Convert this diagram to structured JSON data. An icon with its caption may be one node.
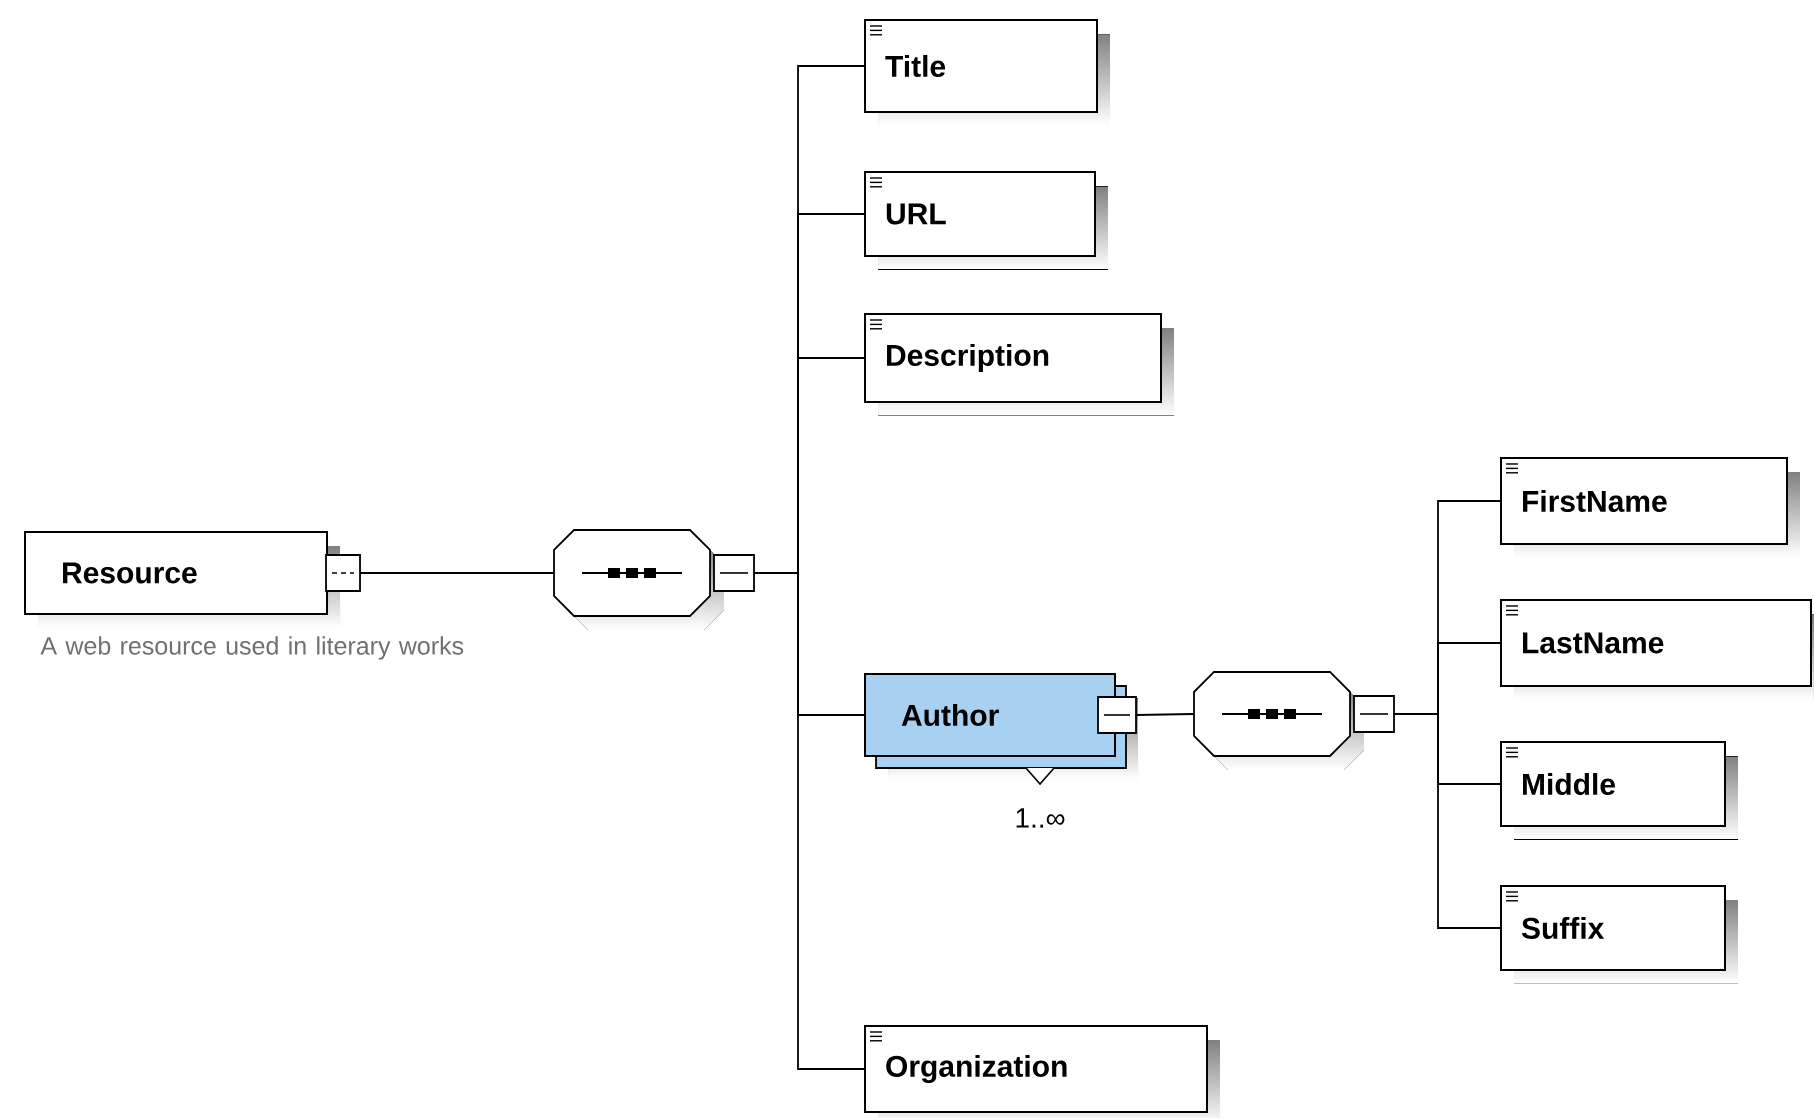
{
  "diagram": {
    "nodes": [
      {
        "text": [
          "Resource"
        ],
        "beside": [
          "A web resource used in literary works"
        ]
      },
      {
        "text": [],
        "shape": "octagon"
      },
      {
        "text": [
          "Title"
        ]
      },
      {
        "text": [
          "URL"
        ]
      },
      {
        "text": [
          "Description"
        ]
      },
      {
        "text": [
          "Author"
        ],
        "beside": [
          "1..∞"
        ]
      },
      {
        "text": [],
        "shape": "octagon"
      },
      {
        "text": [
          "FirstName"
        ]
      },
      {
        "text": [
          "LastName"
        ]
      },
      {
        "text": [
          "Middle"
        ]
      },
      {
        "text": [
          "Suffix"
        ]
      },
      {
        "text": [
          "Organization"
        ]
      }
    ],
    "edges": [
      {
        "from": 0,
        "to": 1,
        "arrow": "none"
      },
      {
        "from": 1,
        "to": 2,
        "arrow": "none"
      },
      {
        "from": 1,
        "to": 3,
        "arrow": "none"
      },
      {
        "from": 1,
        "to": 4,
        "arrow": "none"
      },
      {
        "from": 1,
        "to": 5,
        "arrow": "none"
      },
      {
        "from": 1,
        "to": 11,
        "arrow": "none"
      },
      {
        "from": 5,
        "to": 6,
        "arrow": "none"
      },
      {
        "from": 6,
        "to": 7,
        "arrow": "none"
      },
      {
        "from": 6,
        "to": 8,
        "arrow": "none"
      },
      {
        "from": 6,
        "to": 9,
        "arrow": "none"
      },
      {
        "from": 6,
        "to": 10,
        "arrow": "none"
      }
    ]
  }
}
